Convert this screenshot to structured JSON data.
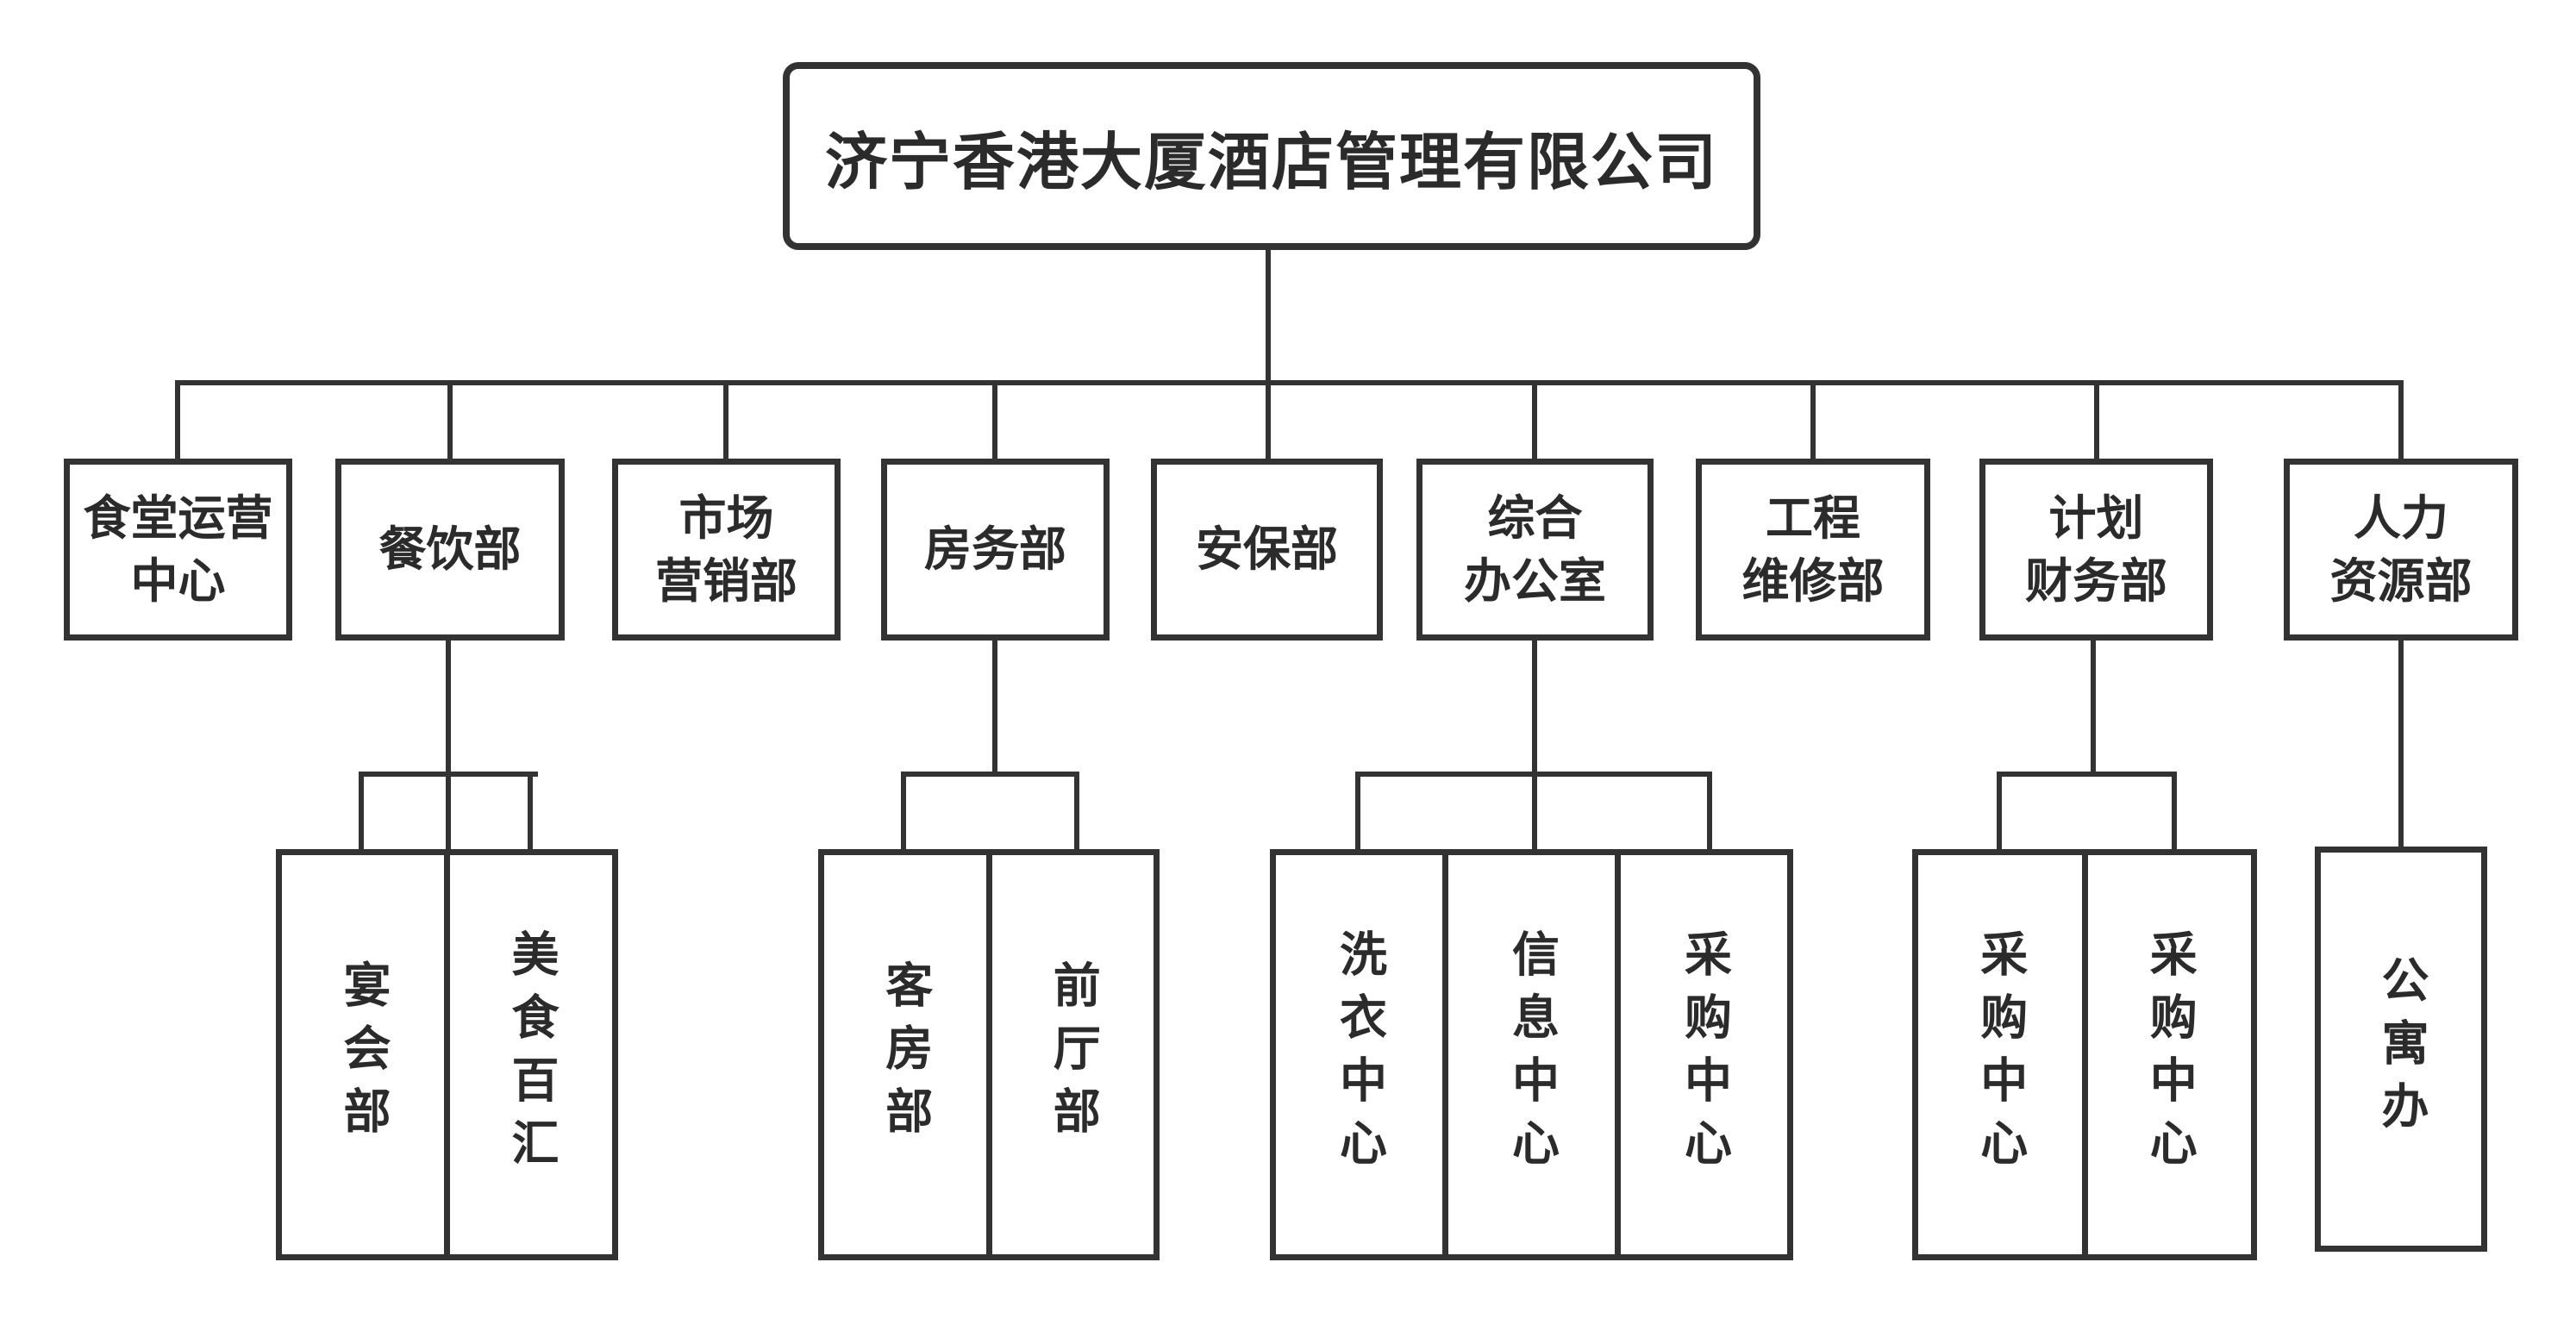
{
  "title": "济宁香港大厦酒店管理有限公司",
  "departments": [
    {
      "label": "食堂运营\n中心",
      "children": []
    },
    {
      "label": "餐饮部",
      "children": [
        "宴会部",
        "美食百汇"
      ]
    },
    {
      "label": "市场\n营销部",
      "children": []
    },
    {
      "label": "房务部",
      "children": [
        "客房部",
        "前厅部"
      ]
    },
    {
      "label": "安保部",
      "children": []
    },
    {
      "label": "综合\n办公室",
      "children": [
        "洗衣中心",
        "信息中心",
        "采购中心"
      ]
    },
    {
      "label": "工程\n维修部",
      "children": []
    },
    {
      "label": "计划\n财务部",
      "children": [
        "采购中心",
        "采购中心"
      ]
    },
    {
      "label": "人力\n资源部",
      "children": [
        "公寓办"
      ]
    }
  ],
  "colors": {
    "line": "#333333",
    "text": "#2b2b2b",
    "background": "#ffffff"
  }
}
